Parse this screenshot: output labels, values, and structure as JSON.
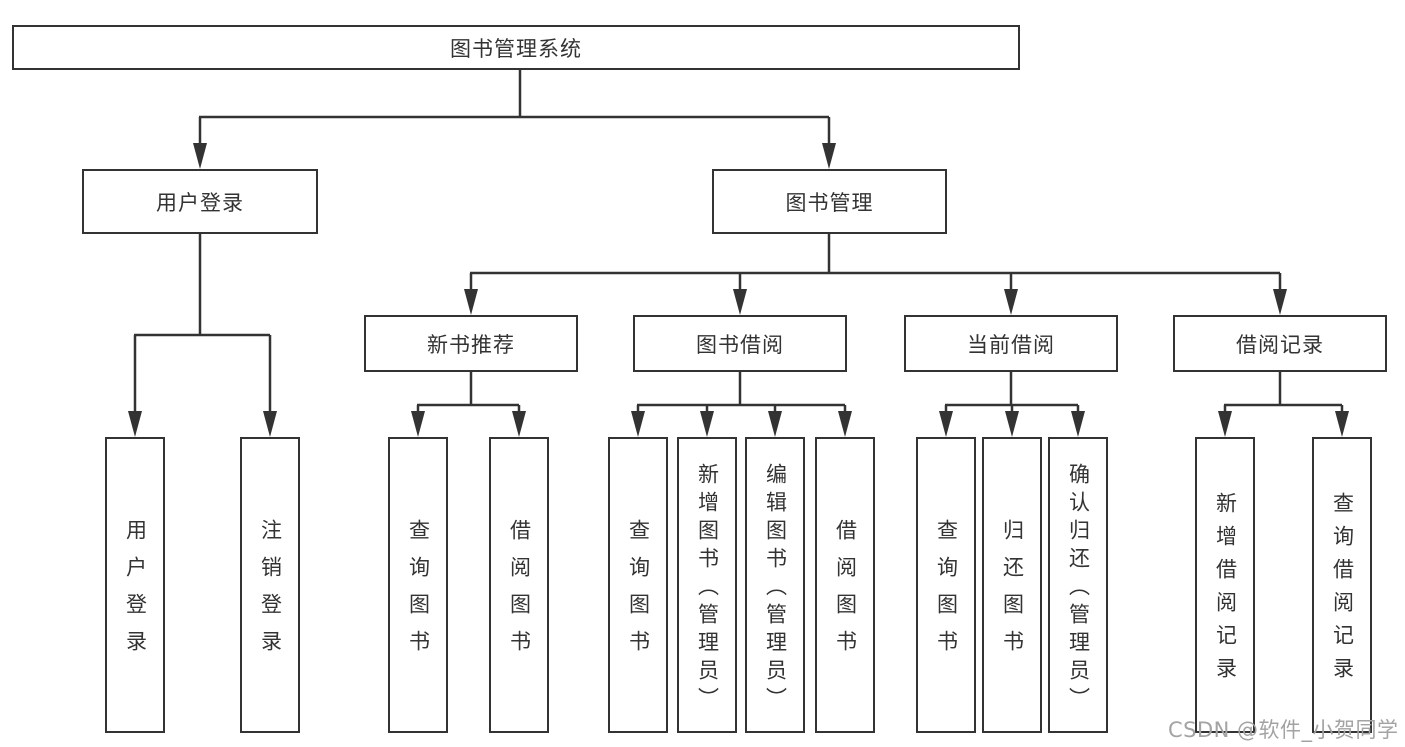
{
  "tree": {
    "label": "图书管理系统",
    "children": [
      {
        "label": "用户登录",
        "children": [
          {
            "label": "用户登录"
          },
          {
            "label": "注销登录"
          }
        ]
      },
      {
        "label": "图书管理",
        "children": [
          {
            "label": "新书推荐",
            "children": [
              {
                "label": "查询图书"
              },
              {
                "label": "借阅图书"
              }
            ]
          },
          {
            "label": "图书借阅",
            "children": [
              {
                "label": "查询图书"
              },
              {
                "label": "新增图书（管理员）"
              },
              {
                "label": "编辑图书（管理员）"
              },
              {
                "label": "借阅图书"
              }
            ]
          },
          {
            "label": "当前借阅",
            "children": [
              {
                "label": "查询图书"
              },
              {
                "label": "归还图书"
              },
              {
                "label": "确认归还（管理员）"
              }
            ]
          },
          {
            "label": "借阅记录",
            "children": [
              {
                "label": "新增借阅记录"
              },
              {
                "label": "查询借阅记录"
              }
            ]
          }
        ]
      }
    ]
  },
  "watermark": {
    "text": "CSDN @软件_小贺同学"
  },
  "colors": {
    "line": "#333333",
    "box_border": "#333333",
    "text": "#333333",
    "watermark": "#a3a3a3",
    "background": "#ffffff"
  }
}
